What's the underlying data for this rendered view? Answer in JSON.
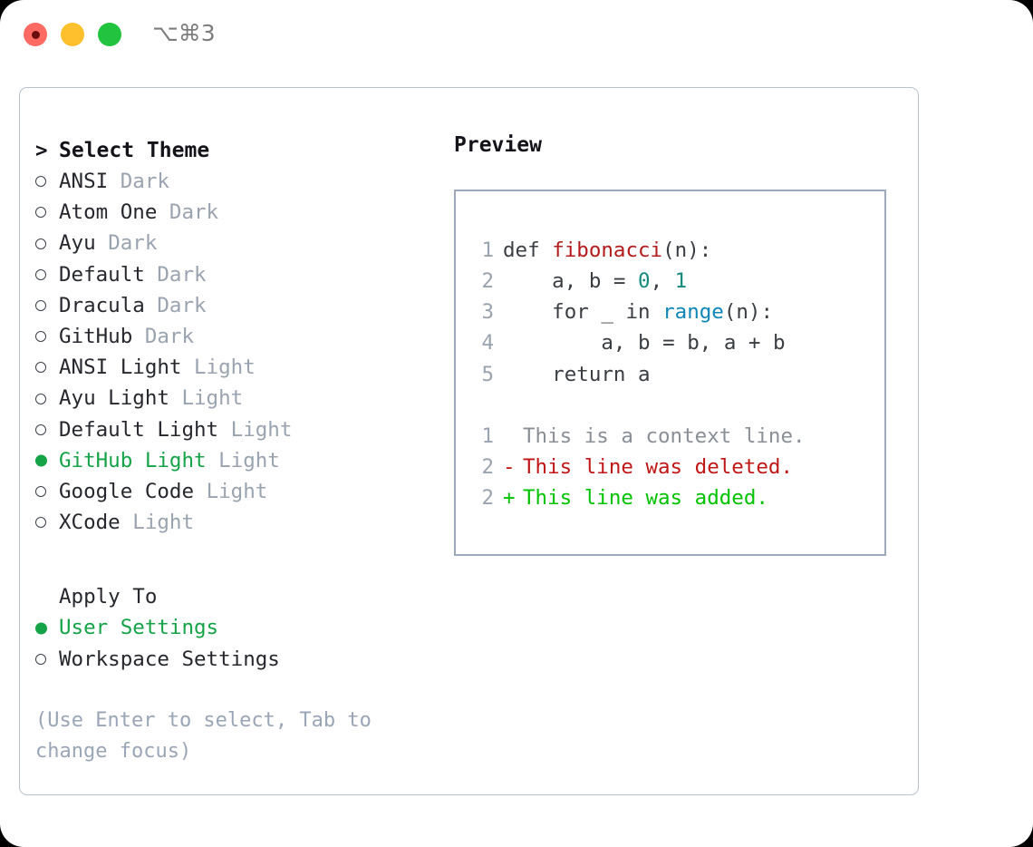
{
  "titlebar": {
    "shortcut": "⌥⌘3",
    "buttons": [
      "close",
      "minimize",
      "maximize"
    ]
  },
  "theme_list": {
    "header_caret": ">",
    "header": "Select Theme",
    "items": [
      {
        "name": "ANSI",
        "variant": "Dark",
        "selected": false
      },
      {
        "name": "Atom One",
        "variant": "Dark",
        "selected": false
      },
      {
        "name": "Ayu",
        "variant": "Dark",
        "selected": false
      },
      {
        "name": "Default",
        "variant": "Dark",
        "selected": false
      },
      {
        "name": "Dracula",
        "variant": "Dark",
        "selected": false
      },
      {
        "name": "GitHub",
        "variant": "Dark",
        "selected": false
      },
      {
        "name": "ANSI Light",
        "variant": "Light",
        "selected": false
      },
      {
        "name": "Ayu Light",
        "variant": "Light",
        "selected": false
      },
      {
        "name": "Default Light",
        "variant": "Light",
        "selected": false
      },
      {
        "name": "GitHub Light",
        "variant": "Light",
        "selected": true
      },
      {
        "name": "Google Code",
        "variant": "Light",
        "selected": false
      },
      {
        "name": "XCode",
        "variant": "Light",
        "selected": false
      }
    ]
  },
  "apply_to": {
    "header": "Apply To",
    "options": [
      {
        "name": "User Settings",
        "selected": true
      },
      {
        "name": "Workspace Settings",
        "selected": false
      }
    ]
  },
  "hint": "(Use Enter to select, Tab to change focus)",
  "preview": {
    "title": "Preview",
    "code_lines": [
      {
        "no": "1",
        "tokens": [
          {
            "t": "def ",
            "c": "plain"
          },
          {
            "t": "fibonacci",
            "c": "fn"
          },
          {
            "t": "(n):",
            "c": "plain"
          }
        ]
      },
      {
        "no": "2",
        "tokens": [
          {
            "t": "    a, b = ",
            "c": "plain"
          },
          {
            "t": "0",
            "c": "num"
          },
          {
            "t": ", ",
            "c": "plain"
          },
          {
            "t": "1",
            "c": "num"
          }
        ]
      },
      {
        "no": "3",
        "tokens": [
          {
            "t": "    for _ in ",
            "c": "plain"
          },
          {
            "t": "range",
            "c": "call"
          },
          {
            "t": "(n):",
            "c": "plain"
          }
        ]
      },
      {
        "no": "4",
        "tokens": [
          {
            "t": "        a, b = b, a + b",
            "c": "plain"
          }
        ]
      },
      {
        "no": "5",
        "tokens": [
          {
            "t": "    return a",
            "c": "plain"
          }
        ]
      }
    ],
    "diff_lines": [
      {
        "no": "1",
        "mark": " ",
        "text": "This is a context line.",
        "kind": "ctx"
      },
      {
        "no": "2",
        "mark": "-",
        "text": "This line was deleted.",
        "kind": "del"
      },
      {
        "no": "2",
        "mark": "+",
        "text": "This line was added.",
        "kind": "add"
      }
    ]
  },
  "colors": {
    "accent_green": "#15a347",
    "muted": "#9aa3b0",
    "hint": "#9aa6b8",
    "border": "#9daabb",
    "frame_border": "#b9c2cd",
    "fn_red": "#b31b1b",
    "num_teal": "#148a7e",
    "call_blue": "#0e86b8",
    "diff_del": "#c01616",
    "diff_add": "#00c300",
    "light_red": "#ff6a62",
    "light_amber": "#ffc02e",
    "light_green": "#22c33e"
  }
}
